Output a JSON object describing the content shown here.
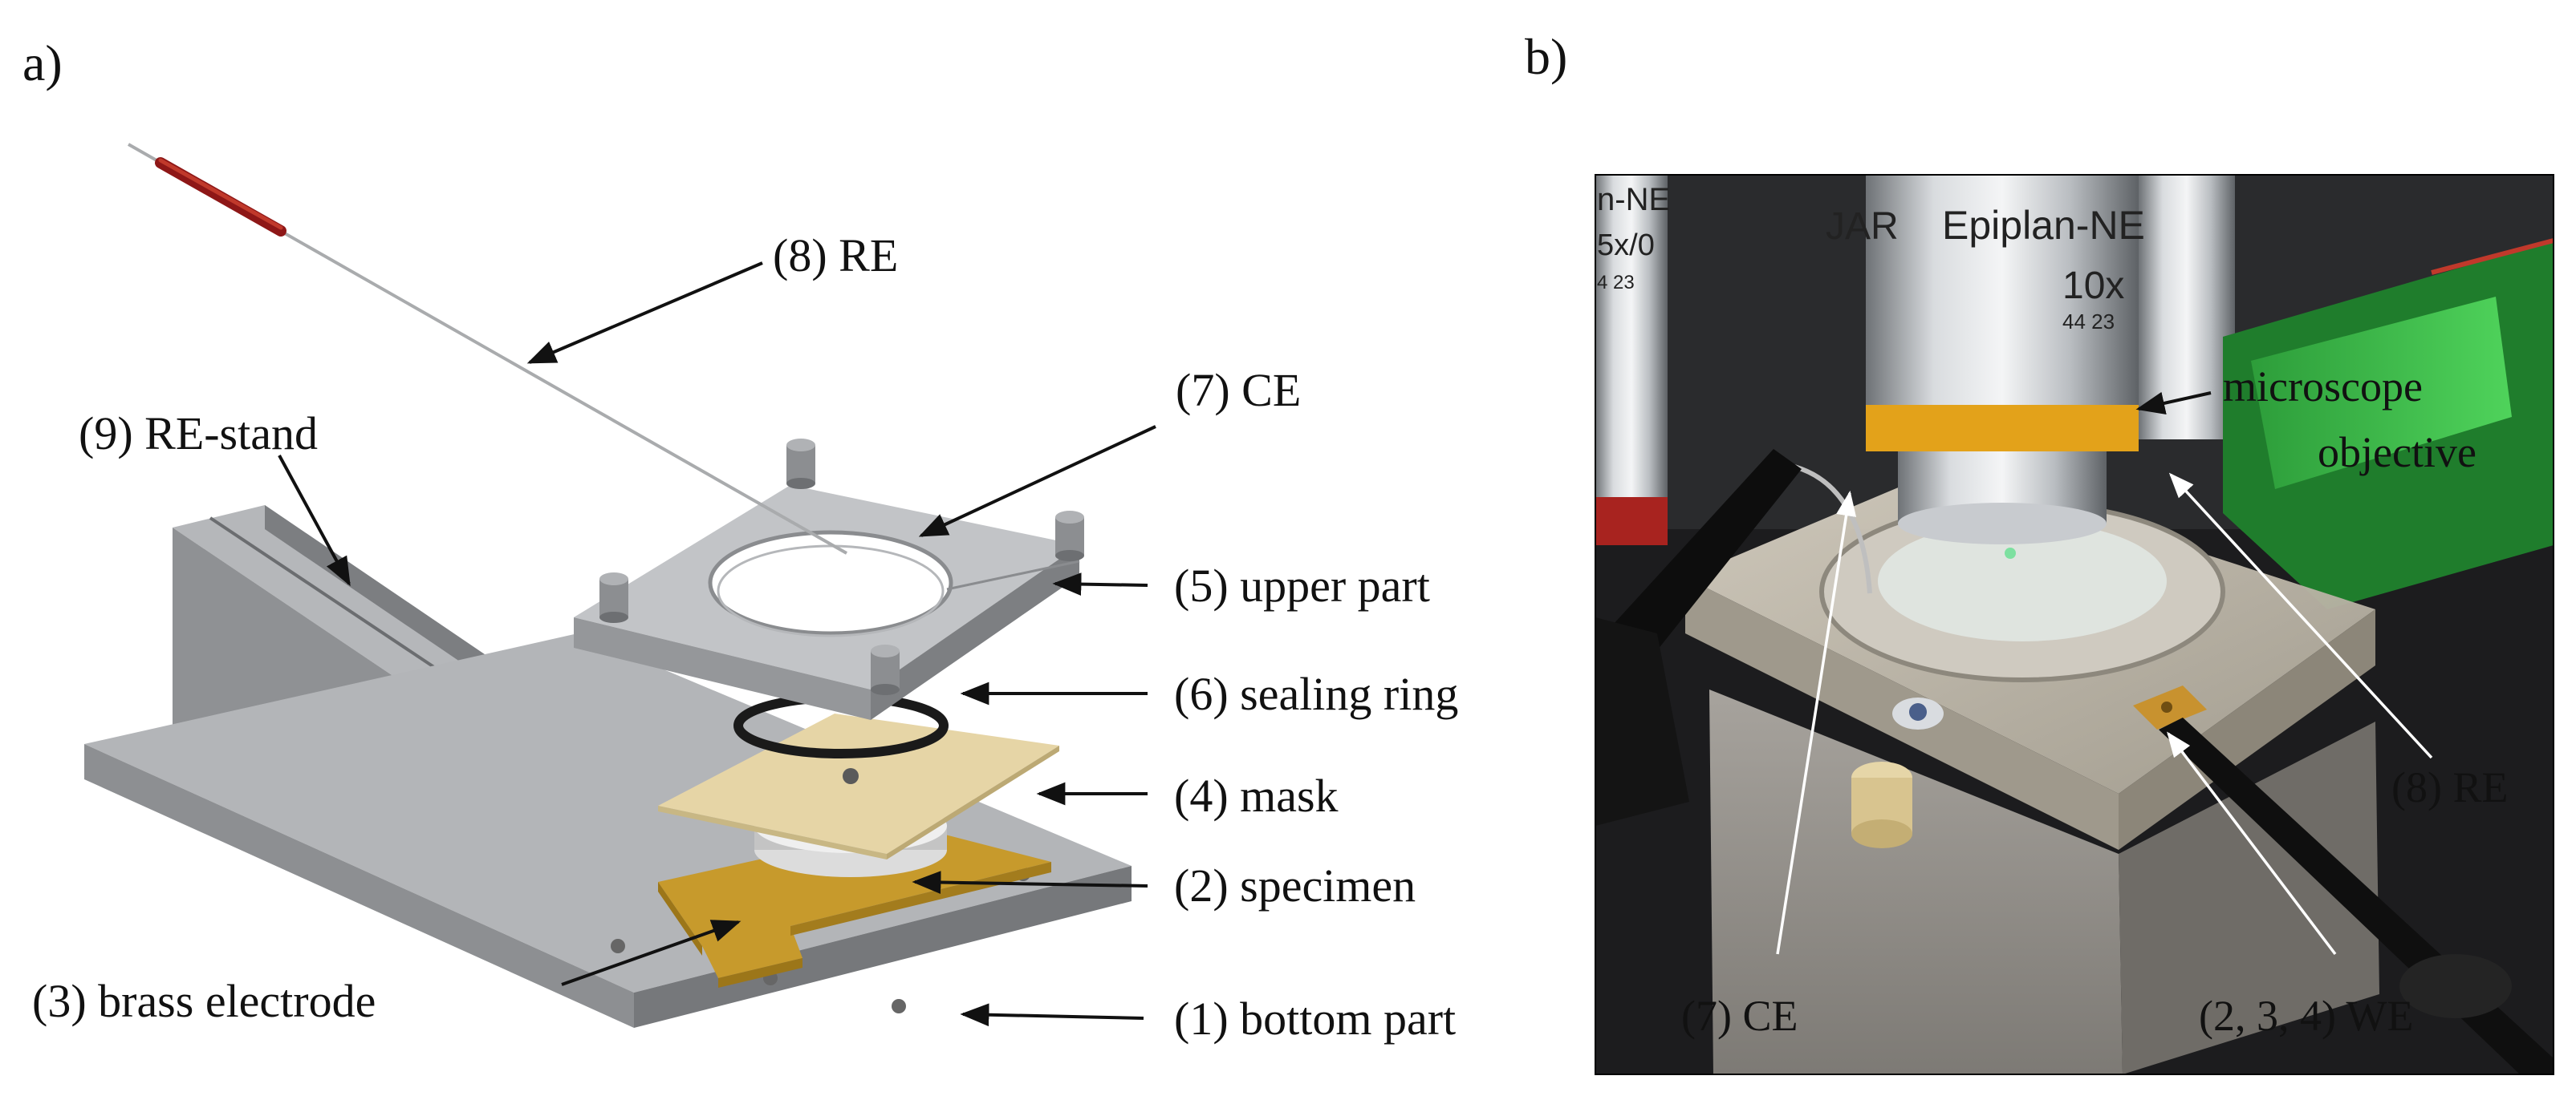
{
  "panels": {
    "a": {
      "label": "a)"
    },
    "b": {
      "label": "b)"
    }
  },
  "cad_labels": {
    "re": "(8) RE",
    "ce": "(7) CE",
    "re_stand": "(9) RE-stand",
    "upper_part": "(5) upper part",
    "sealing_ring": "(6) sealing ring",
    "mask": "(4) mask",
    "specimen": "(2) specimen",
    "brass_electrode": "(3) brass electrode",
    "bottom_part": "(1) bottom part"
  },
  "photo_labels": {
    "microscope_line1": "microscope",
    "microscope_line2": "objective",
    "re": "(8) RE",
    "ce": "(7) CE",
    "we": "(2, 3, 4) WE"
  },
  "photo_print": {
    "objective_brand": "Epiplan-NE",
    "objective_prefix": "JAR",
    "objective_mag": "10x",
    "objective_spec": "44 23",
    "left_obj_brand": "n-NE",
    "left_obj_mag": "5x/0",
    "left_obj_spec": "4 23"
  },
  "colors": {
    "brass": "#c79a2c",
    "mask": "#e6d5a6",
    "cad_gray": "#9a9c9f",
    "objective_band": "#e3a21a",
    "green": "#3fc24a"
  }
}
